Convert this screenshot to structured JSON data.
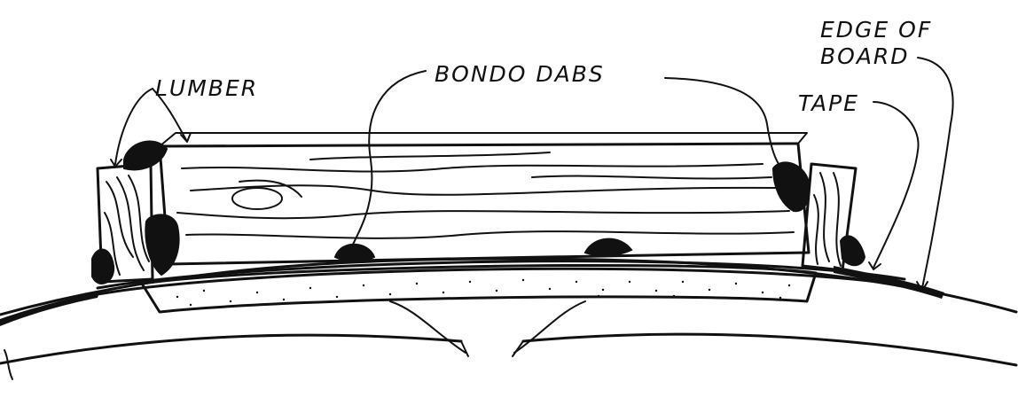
{
  "labels": {
    "lumber": "LUMBER",
    "bondo_dabs": "BONDO DABS",
    "edge_of_board_line1": "EDGE OF",
    "edge_of_board_line2": "BOARD",
    "tape": "TAPE"
  },
  "colors": {
    "ink": "#111111",
    "paper": "#ffffff"
  }
}
